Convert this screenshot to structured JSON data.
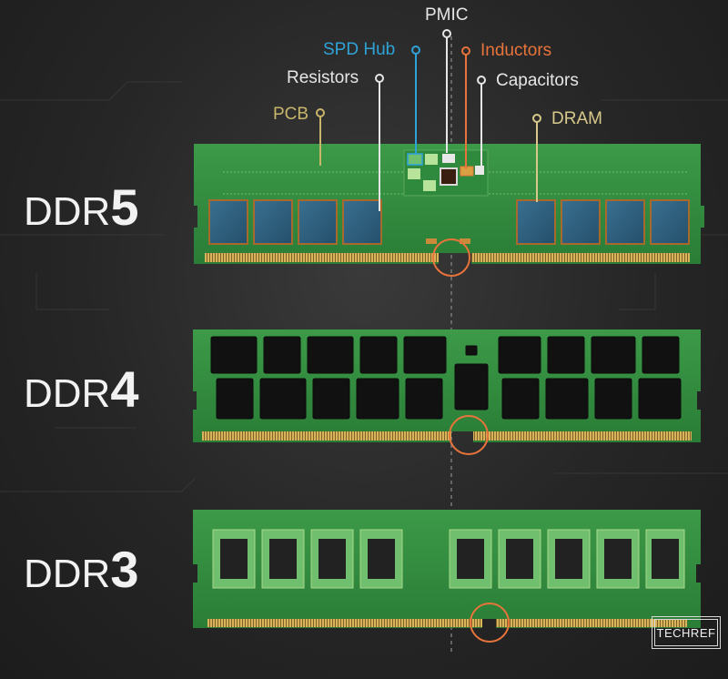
{
  "modules": [
    {
      "prefix": "DDR",
      "number": "5"
    },
    {
      "prefix": "DDR",
      "number": "4"
    },
    {
      "prefix": "DDR",
      "number": "3"
    }
  ],
  "callouts": {
    "pmic": "PMIC",
    "spd_hub": "SPD Hub",
    "inductors": "Inductors",
    "resistors": "Resistors",
    "capacitors": "Capacitors",
    "pcb": "PCB",
    "dram": "DRAM"
  },
  "colors": {
    "pmic": "#e6e6e6",
    "spd_hub": "#2fa3d8",
    "inductors": "#e8743b",
    "resistors": "#e6e6e6",
    "capacitors": "#e6e6e6",
    "pcb": "#c9b66b",
    "dram": "#d8c98a",
    "notch_circle": "#e8743b",
    "pcb_green": "#2f8a3e",
    "chip_ddr5": "#2e5f7e",
    "chip_black": "#111111",
    "gold": "#c9a64a"
  },
  "watermark": "TECHREF"
}
